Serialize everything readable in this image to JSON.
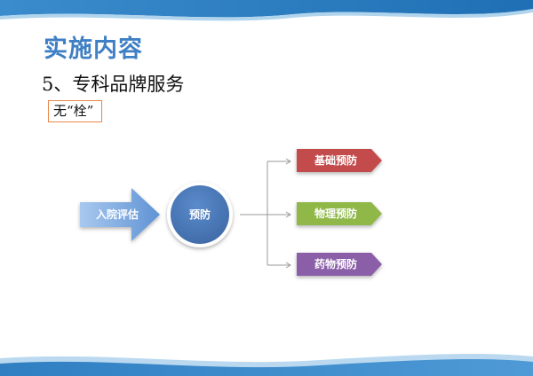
{
  "slide": {
    "title": "实施内容",
    "subtitle": "5、专科品牌服务",
    "tag": "无“栓”"
  },
  "diagram": {
    "input_arrow": {
      "label": "入院评估",
      "color": "#6c9fd8"
    },
    "center_circle": {
      "label": "预防",
      "color": "#4a78b8"
    },
    "branches": [
      {
        "label": "基础预防",
        "color": "#c44b4b"
      },
      {
        "label": "物理预防",
        "color": "#8fb84a"
      },
      {
        "label": "药物预防",
        "color": "#8a5fa8"
      }
    ]
  }
}
